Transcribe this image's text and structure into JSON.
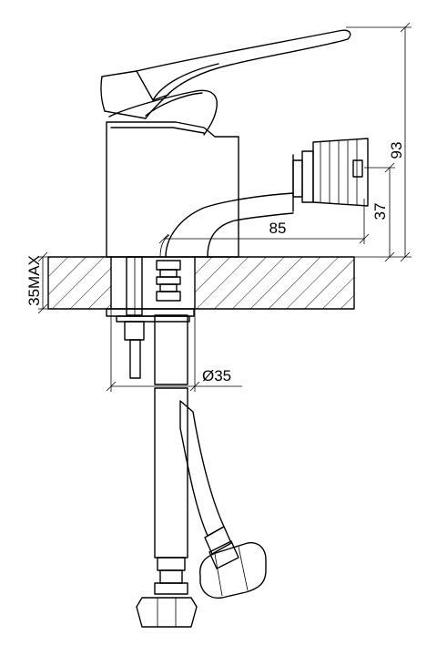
{
  "dimensions": {
    "height_total": "93",
    "spout_height": "37",
    "spout_reach": "85",
    "deck_thickness": "35MAX",
    "hole_diameter": "Ø35"
  }
}
